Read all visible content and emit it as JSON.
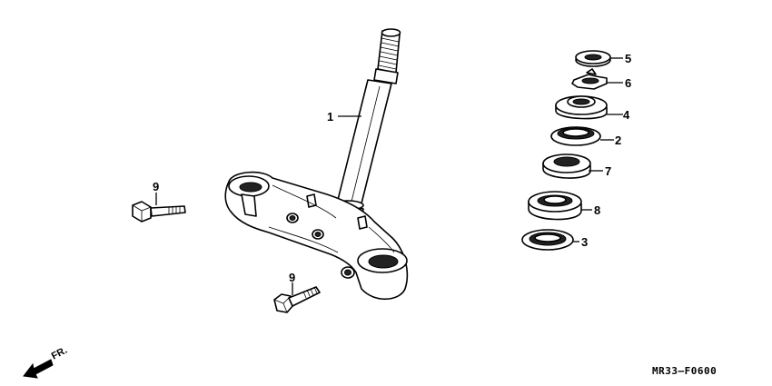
{
  "diagram": {
    "callouts": [
      "1",
      "2",
      "3",
      "4",
      "5",
      "6",
      "7",
      "8",
      "9",
      "9"
    ],
    "direction_label": "FR.",
    "figure_code": "MR33–F0600"
  }
}
